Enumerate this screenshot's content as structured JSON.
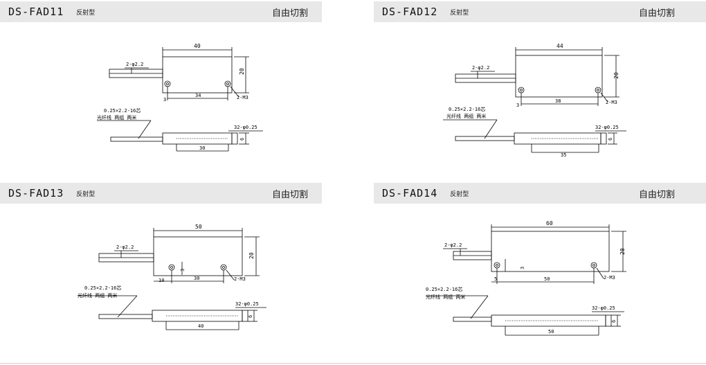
{
  "products": [
    {
      "code": "DS-FAD11",
      "type": "反射型",
      "mode": "自由切割",
      "dims": {
        "width": "40",
        "height": "20",
        "hole_span": "34",
        "edge": "3",
        "body_len": "30"
      },
      "labels": {
        "fiber_dia": "2-φ2.2",
        "screws": "2-M3",
        "core": "0.25×2.2-16芯",
        "cable": "光纤线 两组 两米",
        "pitch": "32-φ0.25",
        "thick": "6"
      }
    },
    {
      "code": "DS-FAD12",
      "type": "反射型",
      "mode": "自由切割",
      "dims": {
        "width": "44",
        "height": "20",
        "hole_span": "38",
        "edge": "3",
        "body_len": "35"
      },
      "labels": {
        "fiber_dia": "2-φ2.2",
        "screws": "2-M3",
        "core": "0.25×2.2-16芯",
        "cable": "光纤线 两组 两米",
        "pitch": "32-φ0.25",
        "thick": "6"
      }
    },
    {
      "code": "DS-FAD13",
      "type": "反射型",
      "mode": "自由切割",
      "dims": {
        "width": "50",
        "height": "20",
        "hole_span": "30",
        "edge": "10",
        "hole_off": "3",
        "body_len": "40"
      },
      "labels": {
        "fiber_dia": "2-φ2.2",
        "screws": "2-M3",
        "core": "0.25×2.2-16芯",
        "cable": "光纤线 两组 两米",
        "pitch": "32-φ0.25",
        "thick": "6"
      }
    },
    {
      "code": "DS-FAD14",
      "type": "反射型",
      "mode": "自由切割",
      "dims": {
        "width": "60",
        "height": "20",
        "hole_span": "50",
        "edge": "5",
        "hole_off": "3",
        "body_len": "50"
      },
      "labels": {
        "fiber_dia": "2-φ2.2",
        "screws": "2-M3",
        "core": "0.25×2.2-16芯",
        "cable": "光纤线 两组 两米",
        "pitch": "32-φ0.25",
        "thick": "6"
      }
    }
  ]
}
